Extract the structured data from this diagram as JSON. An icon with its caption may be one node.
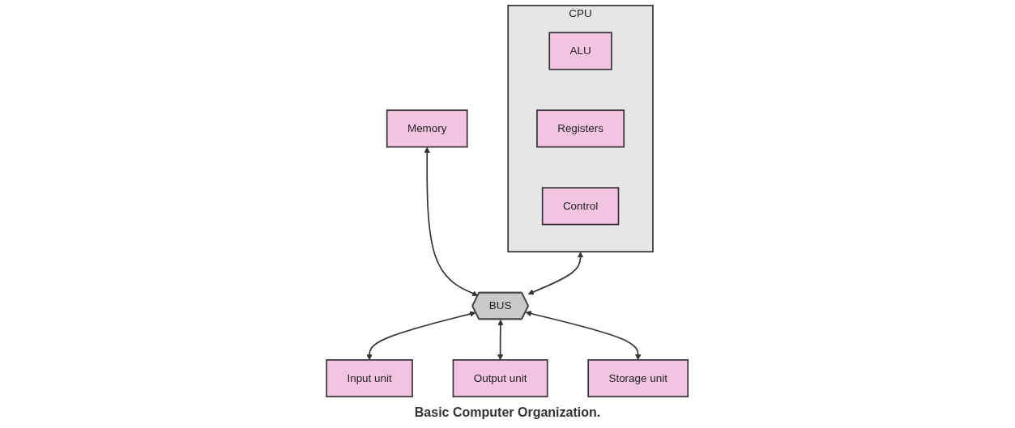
{
  "diagram": {
    "caption": "Basic Computer Organization.",
    "nodes": [
      {
        "text": [
          "CPU"
        ]
      },
      {
        "text": [
          "ALU"
        ],
        "in": 0
      },
      {
        "text": [
          "Registers"
        ],
        "in": 0
      },
      {
        "text": [
          "Control"
        ],
        "in": 0
      },
      {
        "text": [
          "Memory"
        ]
      },
      {
        "text": [
          "BUS"
        ]
      },
      {
        "text": [
          "Input unit"
        ]
      },
      {
        "text": [
          "Output unit"
        ]
      },
      {
        "text": [
          "Storage unit"
        ]
      }
    ],
    "edges": [
      {
        "from": 0,
        "to": 5,
        "arrow": "both"
      },
      {
        "from": 4,
        "to": 5,
        "arrow": "both"
      },
      {
        "from": 5,
        "to": 6,
        "arrow": "both"
      },
      {
        "from": 5,
        "to": 7,
        "arrow": "both"
      },
      {
        "from": 5,
        "to": 8,
        "arrow": "both"
      }
    ]
  }
}
